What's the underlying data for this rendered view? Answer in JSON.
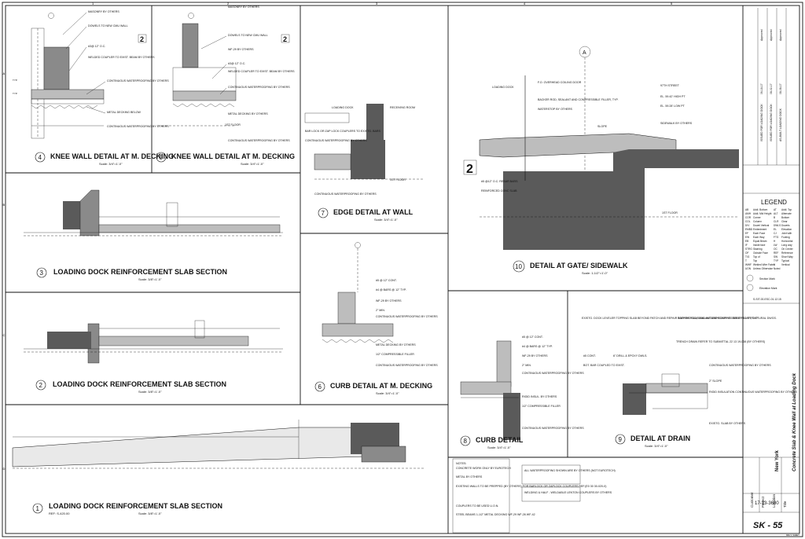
{
  "grid": {
    "columns": [
      "1",
      "2",
      "3",
      "4",
      "5"
    ],
    "rows": [
      "A",
      "B",
      "C",
      "D"
    ]
  },
  "details": [
    {
      "id": "d4",
      "num": "4",
      "title": "KNEE WALL DETAIL AT M. DECKING",
      "scale": "Scale: 3/4\"=1'-0\""
    },
    {
      "id": "d5",
      "num": "5",
      "title": "KNEE WALL DETAIL AT M. DECKING",
      "scale": "Scale: 3/4\"=1'-0\""
    },
    {
      "id": "d7",
      "num": "7",
      "title": "EDGE DETAIL AT WALL",
      "scale": "Scale: 3/4\"=1'-0\""
    },
    {
      "id": "d10",
      "num": "10",
      "title": "DETAIL AT GATE/ SIDEWALK",
      "scale": "Scale: 1-1/2\"=1'-0\""
    },
    {
      "id": "d3",
      "num": "3",
      "title": "LOADING DOCK REINFORCEMENT SLAB SECTION",
      "scale": "Scale: 3/8\"=1'-0\""
    },
    {
      "id": "d2",
      "num": "2",
      "title": "LOADING DOCK REINFORCEMENT SLAB SECTION",
      "scale": "Scale: 3/8\"=1'-0\""
    },
    {
      "id": "d6",
      "num": "6",
      "title": "CURB DETAIL AT M. DECKING",
      "scale": "Scale: 3/4\"=1'-0\""
    },
    {
      "id": "d8",
      "num": "8",
      "title": "CURB DETAIL",
      "scale": "Scale: 3/4\"=1'-0\""
    },
    {
      "id": "d9",
      "num": "9",
      "title": "DETAIL AT DRAIN",
      "scale": "Scale: 3/4\"=1'-0\""
    },
    {
      "id": "d1",
      "num": "1",
      "title": "LOADING DOCK REINFORCEMENT SLAB SECTION",
      "scale": "Scale: 3/8\"=1'-0\"",
      "ref": "REF: S-420.00"
    }
  ],
  "callouts": {
    "knee": [
      "MASONRY BY OTHERS",
      "DOWELS TO NEW CMU WALL",
      "#3@ 12\" O.C.",
      "WELDED COUPLER TO EXIST. BEAM BY OTHERS",
      "CONTINUOUS WATERPROOFING BY OTHERS",
      "METAL DECKING BELOW",
      "CONTINUOUS WATERPROOFING BY OTHERS",
      "1ST FLOOR"
    ],
    "knee5": [
      "MASONRY BY OTHERS",
      "DOWELS TO NEW CMU WALL",
      "WF-29 BY OTHERS",
      "#3@ 12\" O.C.",
      "WELDED COUPLER TO EXIST. BEAM BY OTHERS",
      "CONTINUOUS WATERPROOFING BY OTHERS",
      "METAL DECKING BY OTHERS",
      "CONTINUOUS WATERPROOFING BY OTHERS",
      "1ST FLOOR"
    ],
    "edge": [
      "LOADING DOCK",
      "RECEIVING ROOM",
      "BAR LOCK OR ZAP LOCK COUPLERS TO EXISTG. BARS",
      "CONTINUOUS WATERPROOFING BY OTHERS",
      "1ST FLOOR",
      "CONTINUOUS WATERPROOFING BY OTHERS"
    ],
    "gate": [
      "LOADING DOCK",
      "F.O. OVERHEAD COILING DOOR",
      "BACKER ROD, SEALANT AND COMPRESSIBLE FILLER, TYP.",
      "WATERSTOP BY OTHERS",
      "SLOPE",
      "97TH STREET",
      "EL. 59.42' HIGH PT",
      "EL. 59.28' LOW PT",
      "SIDEWALK BY OTHERS",
      "#5 @12\" O.C. REBAR BARS",
      "REINFORCED CONC SLAB",
      "1ST FLOOR"
    ],
    "curb6": [
      "#5 @ 12\" CONT.",
      "#4 @ BARS @ 12\" TYP.",
      "WF-29 BY OTHERS",
      "2\" MIN.",
      "CONTINUOUS WATERPROOFING BY OTHERS",
      "METAL DECKING BY OTHERS",
      "1/2\" COMPRESSIBLE FILLER",
      "CONTINUOUS WATERPROOFING BY OTHERS"
    ],
    "curb8": [
      "#5 @ 12\" CONT.",
      "#4 @ BARS @ 12\" TYP.",
      "WF-29 BY OTHERS",
      "2\" MIN.",
      "CONTINUOUS WATERPROOFING BY OTHERS",
      "RIGID INSUL. BY OTHERS",
      "1/2\" COMPRESSIBLE FILLER",
      "CONTINUOUS WATERPROOFING BY OTHERS"
    ],
    "drain": [
      "EXISTG. DOCK LEVELER TOPPING SLAB BEYOND PATCH AND REPAIR TOPPING SLAB AND WATERPROOFING. REFER TO STRUCTURAL DWGS.",
      "BACKER ROD, SEALANT AND COMPRESSIBLE FILLER, TYP.",
      "6\" DRILL & EPOXY DWLS.",
      "#5 CONT.",
      "BOT. BAR COUPLED TO EXIST.",
      "TRENCH DRAIN REFER TO SUBMITTAL 22 13 19-038 (BY OTHERS)",
      "CONTINUOUS WATERPROOFING BY OTHERS",
      "2\" SLOPE",
      "RIGID INSULATION CONTINUOUS WATERPROOFING BY OTHERS",
      "EXISTG. SLAB BY OTHERS"
    ]
  },
  "notes": {
    "header": "NOTES:",
    "lines": [
      "CONCRETE WORK ONLY BY EUROTECH",
      "",
      "METAL BY OTHERS",
      "",
      "EXISTING WALLS TO BE PREPPED (BY OTHERS) FOR BARLOCK OR ZAPLOCK COUPLERS REF.(E0 30 30-020-0)",
      "",
      "COUPLERS TO BE USED U.O.N.",
      "",
      "STEEL BEAMS 1-1/2\" METAL DECKING WF-29 WF-26 WF-42"
    ],
    "box1": "ALL WATERPROOFING SHOWN ARE BY OTHERS (NOT EUROTECH)",
    "box2": "WELDING & HALF - WELDABLE LENTON COUPLERS BY OTHERS"
  },
  "titleblock": {
    "revisions": [
      {
        "date": "06-18-17",
        "desc": "ISSUED FOR LOADING DOCK",
        "status": "Approved"
      },
      {
        "date": "08-02-17",
        "desc": "ISSUED FOR LOADING DOCK",
        "status": "Approved"
      },
      {
        "date": "08-08-17",
        "desc": "AS-BUILT LOADING DOCK",
        "status": "Approved"
      }
    ],
    "legend_title": "LEGEND",
    "legend": [
      [
        "AB",
        "Addl. Bottom",
        "AT",
        "Addl. Top"
      ],
      [
        "AMH",
        "Addl. Mid Height",
        "ALT",
        "Alternate"
      ],
      [
        "COR",
        "Corner",
        "B",
        "Bottom"
      ],
      [
        "COL",
        "Column",
        "CLR",
        "Clear"
      ],
      [
        "D/V",
        "Dowel Vertical",
        "DWLS",
        "Dowels"
      ],
      [
        "EMBD",
        "Embedment",
        "EL",
        "Elevation"
      ],
      [
        "EF",
        "Each Face",
        "CJ",
        "Joint with"
      ],
      [
        "EW",
        "Each Way",
        "FTG",
        "Footing"
      ],
      [
        "EB",
        "Equal Beam",
        "H",
        "Horizontal"
      ],
      [
        "IF",
        "Inside face",
        "LW",
        "Long way"
      ],
      [
        "STRG",
        "Staining",
        "OC",
        "On Center"
      ],
      [
        "OF",
        "Outside Face",
        "REF",
        "Reference"
      ],
      [
        "T/G",
        "Top of",
        "SW",
        "Short Way"
      ],
      [
        "T",
        "Top",
        "TYP",
        "Typical"
      ],
      [
        "WWF",
        "Welded Wire Fabric",
        "V",
        "Vertical"
      ],
      [
        "UON",
        "Unless Otherwise Noted",
        "",
        ""
      ]
    ],
    "section_mark": "Section Mark",
    "elevation_mark": "Elevation Mark",
    "ref_code": "S-SIT-00-ESC-01.12.15",
    "customer_label": "Customer",
    "project_label": "Project",
    "location_label": "Location",
    "location": "New York",
    "title_label": "Title",
    "title": "Concrete Slab & Knee Wall at Loading Dock",
    "job_no": "17-13-3680",
    "sheet_prefix": "SK",
    "sheet_sep": " - ",
    "sheet_no": "55",
    "rev_tag": "REV 1  SHEET"
  }
}
